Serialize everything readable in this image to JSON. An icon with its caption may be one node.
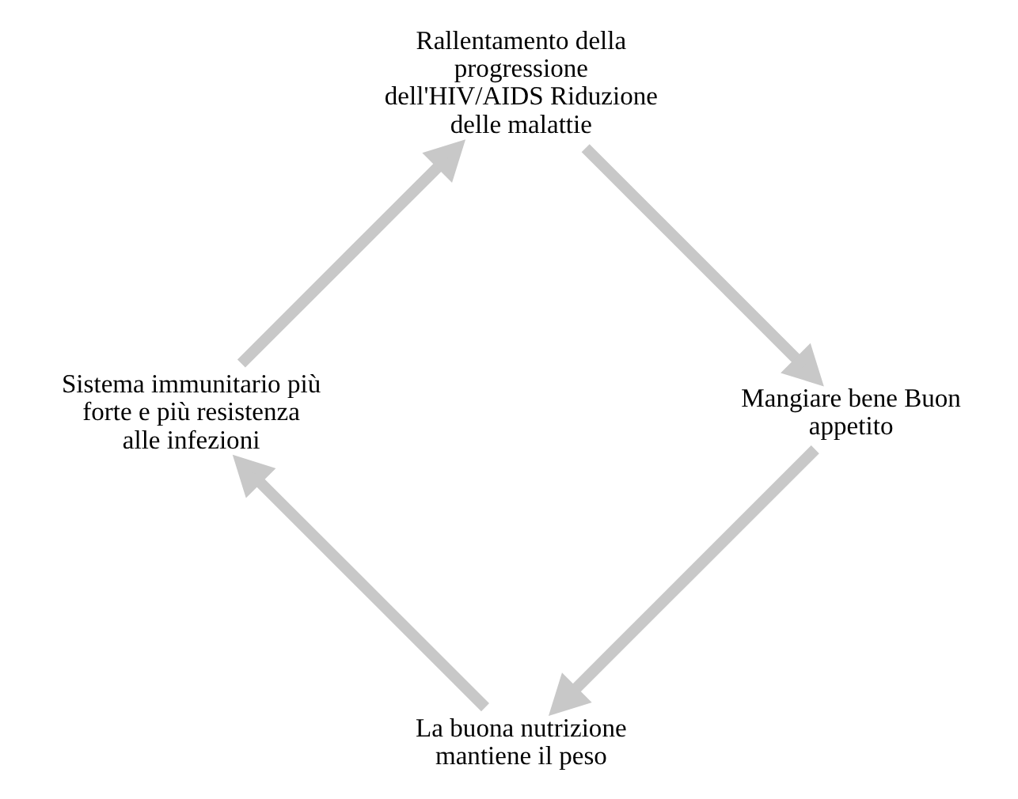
{
  "diagram": {
    "nodes": [
      {
        "text": [
          "La buona nutrizione mantiene il peso"
        ]
      },
      {
        "text": [
          "Sistema immunitario più forte e più resistenza alle infezioni"
        ]
      },
      {
        "text": [
          "Rallentamento della progressione dell'HIV/AIDS Riduzione delle malattie"
        ]
      },
      {
        "text": [
          "Mangiare bene Buon appetito"
        ]
      }
    ],
    "edges": [
      {
        "from": 0,
        "to": 1,
        "arrow": "to"
      },
      {
        "from": 1,
        "to": 2,
        "arrow": "to"
      },
      {
        "from": 2,
        "to": 3,
        "arrow": "to"
      },
      {
        "from": 3,
        "to": 0,
        "arrow": "to"
      }
    ]
  }
}
